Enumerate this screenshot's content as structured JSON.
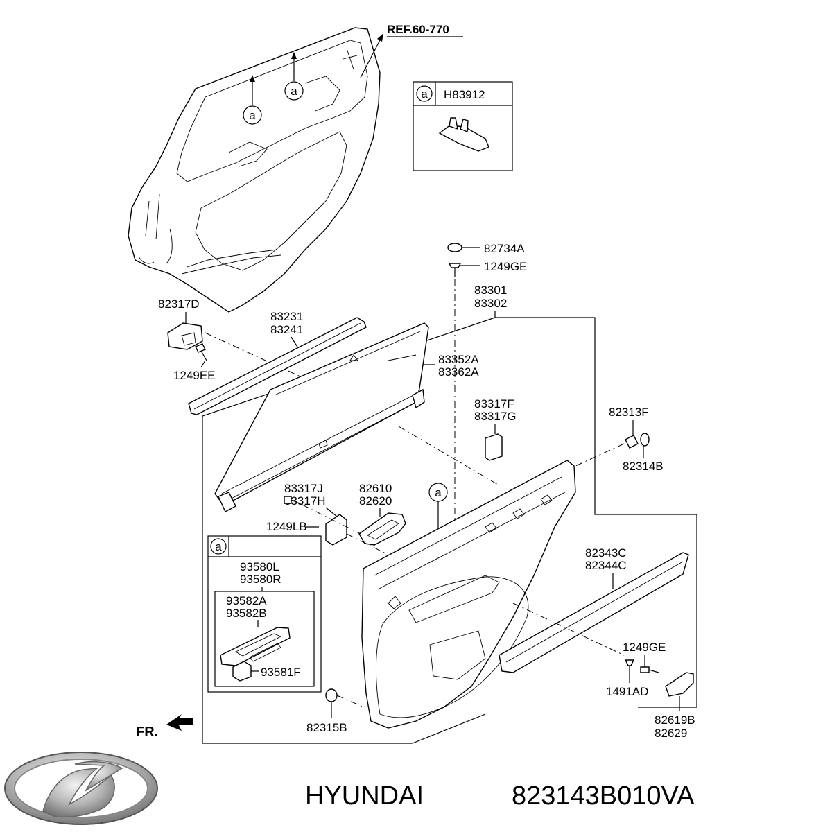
{
  "labels": {
    "ref_60_770": "REF.60-770",
    "a_callout": "a",
    "h83912": "H83912",
    "p82734a": "82734A",
    "p1249ge_top": "1249GE",
    "p83301": "83301",
    "p83302": "83302",
    "p82317d": "82317D",
    "p83231": "83231",
    "p83241": "83241",
    "p1249ee": "1249EE",
    "p83352a": "83352A",
    "p83362a": "83362A",
    "p83317f": "83317F",
    "p83317g": "83317G",
    "p82313f": "82313F",
    "p82314b": "82314B",
    "p83317j": "83317J",
    "p83317h": "83317H",
    "p82610": "82610",
    "p82620": "82620",
    "p1249lb": "1249LB",
    "p93580l": "93580L",
    "p93580r": "93580R",
    "p93582a": "93582A",
    "p93582b": "93582B",
    "p93581f": "93581F",
    "p82343c": "82343C",
    "p82344c": "82344C",
    "p1249ge_bottom": "1249GE",
    "p1491ad": "1491AD",
    "p82619b": "82619B",
    "p82629": "82629",
    "p82315b": "82315B",
    "fr": "FR."
  },
  "caption": {
    "brand": "HYUNDAI",
    "part_number": "823143B010VA"
  },
  "colors": {
    "line": "#000000",
    "logo_silver": "#9a9a9a",
    "background": "#ffffff"
  },
  "icons": {
    "brand_logo": "hyundai-logo-icon",
    "front_arrow": "front-direction-arrow-icon"
  }
}
